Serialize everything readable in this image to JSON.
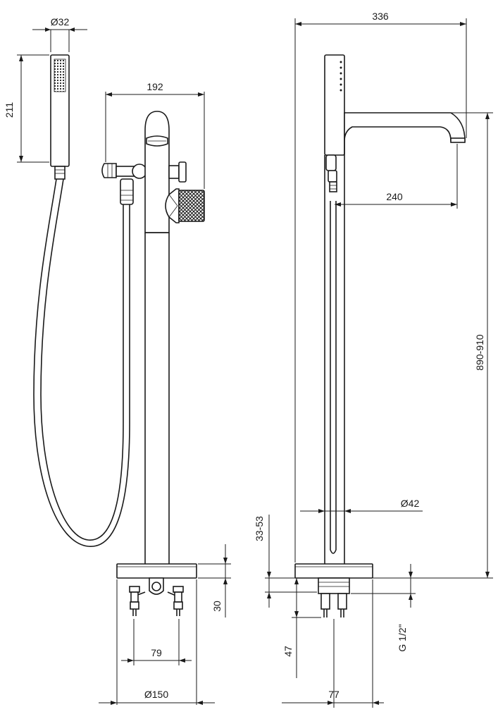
{
  "dimensions": {
    "hand_shower_diameter": "Ø32",
    "hand_shower_length": "211",
    "body_width": "192",
    "total_width": "336",
    "spout_reach": "240",
    "total_height": "890-910",
    "column_diameter": "Ø42",
    "base_height_range": "33-53",
    "base_height": "30",
    "connection_spacing": "79",
    "base_diameter": "Ø150",
    "connection_depth": "47",
    "thread": "G 1/2\"",
    "connection_offset": "77"
  }
}
